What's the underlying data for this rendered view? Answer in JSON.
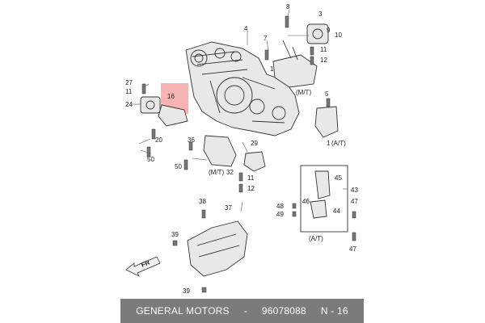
{
  "highlight": {
    "label": "16",
    "color": "#f4a6a6"
  },
  "part_labels": [
    "8",
    "3",
    "9",
    "10",
    "4",
    "7",
    "11",
    "12",
    "1",
    "27",
    "11",
    "24",
    "20",
    "50",
    "(M/T)",
    "5",
    "1",
    "(A/T)",
    "36",
    "29",
    "50",
    "(M/T)",
    "32",
    "11",
    "12",
    "45",
    "43",
    "48",
    "49",
    "46",
    "44",
    "47",
    "(A/T)",
    "47",
    "38",
    "37",
    "39",
    "39"
  ],
  "footer": {
    "brand": "GENERAL MOTORS",
    "separator": "-",
    "part_number": "96078088",
    "ref": "N - 16"
  },
  "icons": {
    "direction_arrow": "fr-arrow-icon",
    "arrow_text": "FR"
  }
}
